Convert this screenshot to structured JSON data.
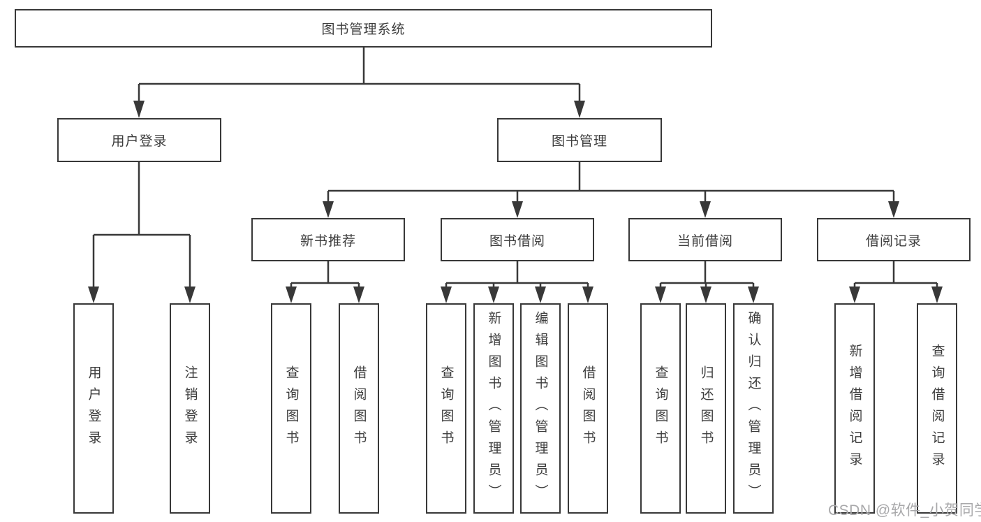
{
  "diagram": {
    "root": {
      "label": "图书管理系统",
      "children": [
        {
          "label": "用户登录",
          "children": [
            {
              "label": "用户登录"
            },
            {
              "label": "注销登录"
            }
          ]
        },
        {
          "label": "图书管理",
          "children": [
            {
              "label": "新书推荐",
              "children": [
                {
                  "label": "查询图书"
                },
                {
                  "label": "借阅图书"
                }
              ]
            },
            {
              "label": "图书借阅",
              "children": [
                {
                  "label": "查询图书"
                },
                {
                  "label": "新增图书（管理员）"
                },
                {
                  "label": "编辑图书（管理员）"
                },
                {
                  "label": "借阅图书"
                }
              ]
            },
            {
              "label": "当前借阅",
              "children": [
                {
                  "label": "查询图书"
                },
                {
                  "label": "归还图书"
                },
                {
                  "label": "确认归还（管理员）"
                }
              ]
            },
            {
              "label": "借阅记录",
              "children": [
                {
                  "label": "新增借阅记录"
                },
                {
                  "label": "查询借阅记录"
                }
              ]
            }
          ]
        }
      ]
    },
    "watermark": {
      "text": "CSDN @软件_小贺同学"
    },
    "colors": {
      "line": "#383838",
      "box_border": "#383838",
      "text": "#3d3d3d",
      "watermark": "#a8a8aa",
      "background": "#ffffff"
    }
  }
}
